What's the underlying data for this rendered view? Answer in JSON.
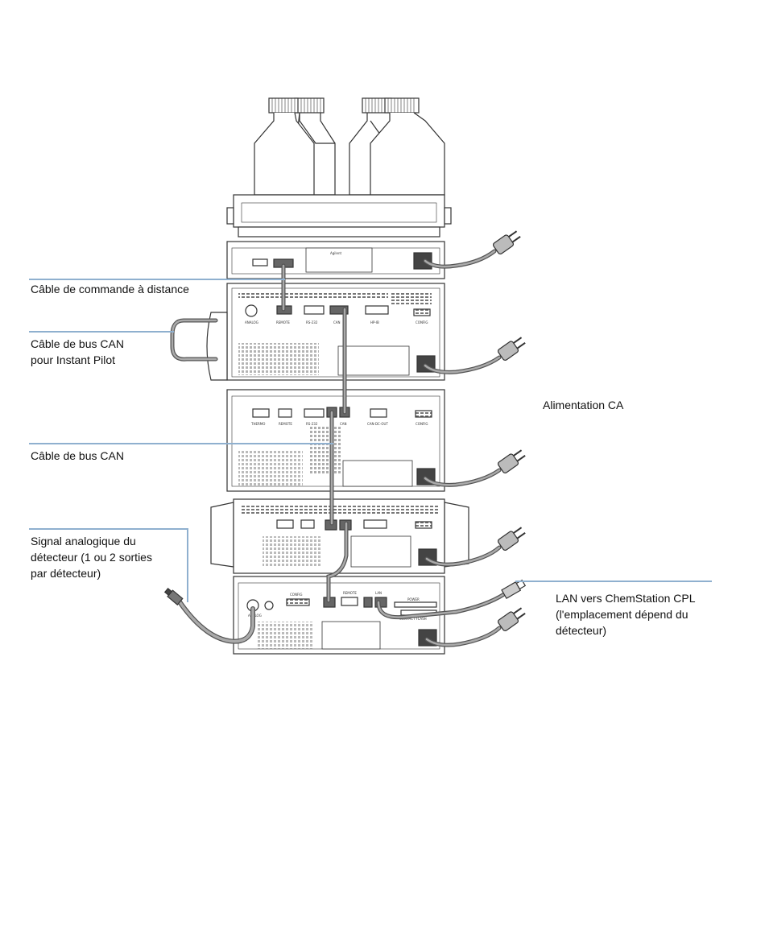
{
  "labels": {
    "remote_cable": "Câble de commande à distance",
    "can_pilot_1": "Câble de bus CAN",
    "can_pilot_2": "pour Instant Pilot",
    "can_cable": "Câble de bus CAN",
    "analog_1": "Signal analogique du",
    "analog_2": "détecteur (1 ou 2 sorties",
    "analog_3": "par détecteur)",
    "ac_power": "Alimentation CA",
    "lan_1": "LAN vers ChemStation CPL",
    "lan_2": "(l'emplacement dépend du",
    "lan_3": "détecteur)"
  },
  "panel_text": {
    "analog": "ANALOG",
    "remote": "REMOTE",
    "rs232": "RS-232",
    "can": "CAN",
    "hpib": "HP-IB",
    "config": "CONFIG",
    "thermo": "THERMO",
    "can_dc_out": "CAN-DC-OUT",
    "lan": "LAN",
    "compact_flash": "COMPACT FLASH",
    "power": "POWER",
    "brand": "Agilent"
  },
  "colors": {
    "callout": "#8fb0cf",
    "outline": "#333333",
    "cable": "#9a9a9a"
  }
}
